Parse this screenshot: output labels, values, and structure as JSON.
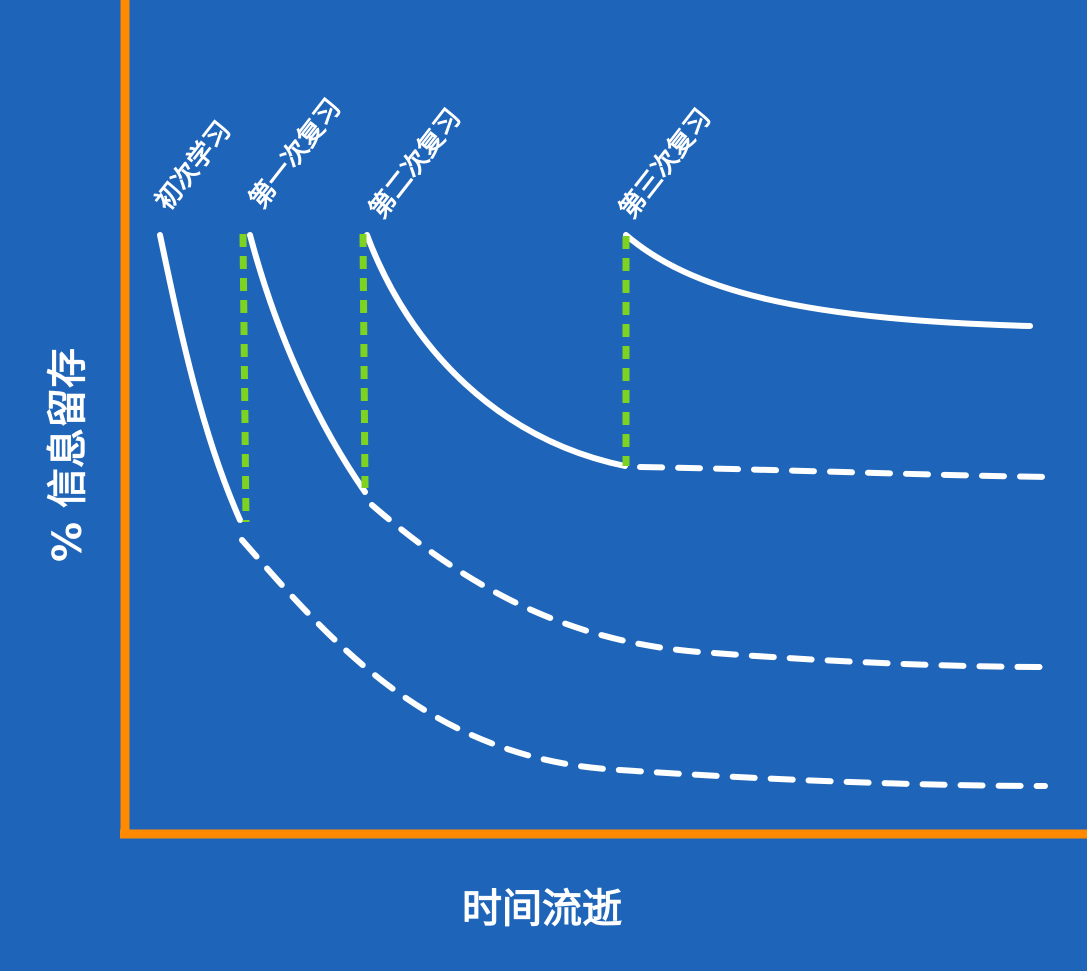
{
  "axes": {
    "y_label": "% 信息留存",
    "x_label": "时间流逝"
  },
  "events": [
    {
      "label": "初次学习"
    },
    {
      "label": "第一次复习"
    },
    {
      "label": "第二次复习"
    },
    {
      "label": "第三次复习"
    }
  ],
  "colors": {
    "background": "#1e64b8",
    "axis": "#ff8a00",
    "curve": "#ffffff",
    "review_marker": "#7ed321"
  }
}
